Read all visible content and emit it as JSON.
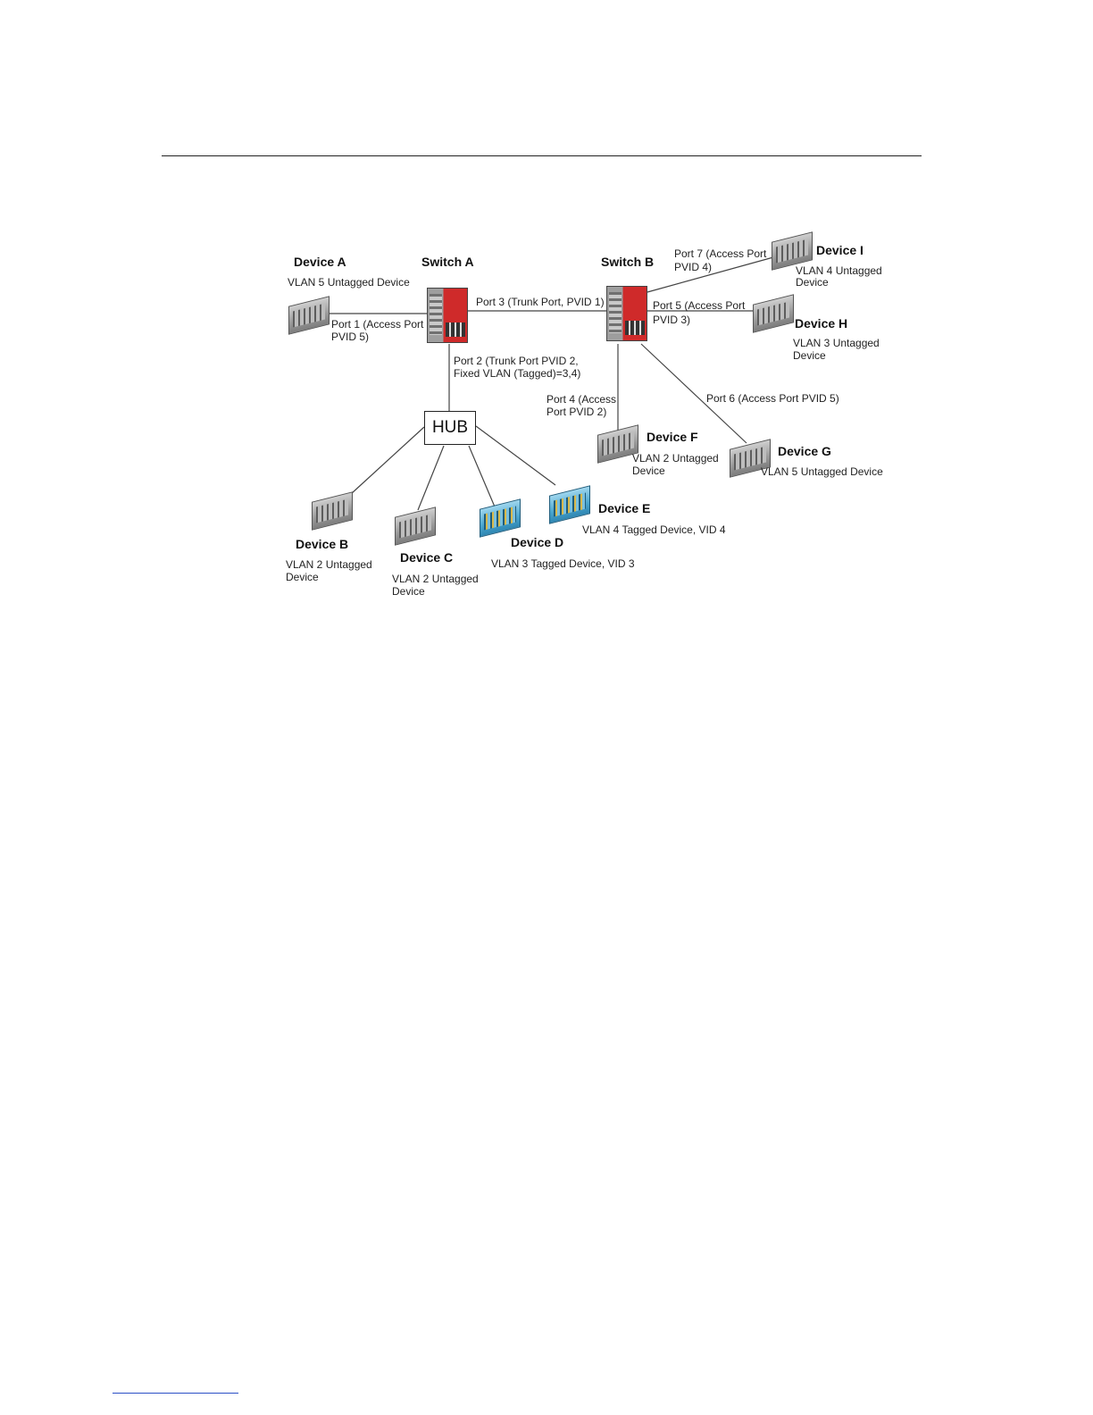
{
  "switches": {
    "a": {
      "name": "Switch A"
    },
    "b": {
      "name": "Switch B"
    }
  },
  "hub": {
    "label": "HUB"
  },
  "devices": {
    "a": {
      "name": "Device A",
      "desc": [
        "VLAN 5 Untagged Device"
      ]
    },
    "b": {
      "name": "Device B",
      "desc": [
        "VLAN 2 Untagged",
        "Device"
      ]
    },
    "c": {
      "name": "Device C",
      "desc": [
        "VLAN 2 Untagged",
        "Device"
      ]
    },
    "d": {
      "name": "Device D",
      "desc": [
        "VLAN 3 Tagged Device, VID 3"
      ]
    },
    "e": {
      "name": "Device E",
      "desc": [
        "VLAN 4 Tagged Device, VID 4"
      ]
    },
    "f": {
      "name": "Device F",
      "desc": [
        "VLAN 2 Untagged",
        "Device"
      ]
    },
    "g": {
      "name": "Device G",
      "desc": [
        "VLAN 5 Untagged Device"
      ]
    },
    "h": {
      "name": "Device H",
      "desc": [
        "VLAN 3 Untagged",
        "Device"
      ]
    },
    "i": {
      "name": "Device I",
      "desc": [
        "VLAN 4 Untagged",
        "Device"
      ]
    }
  },
  "ports": {
    "p1": [
      "Port 1 (Access Port",
      "PVID 5)"
    ],
    "p2": [
      "Port 2 (Trunk Port PVID 2,",
      "Fixed VLAN (Tagged)=3,4)"
    ],
    "p3": [
      "Port 3 (Trunk Port, PVID 1)"
    ],
    "p4": [
      "Port 4 (Access",
      "Port PVID 2)"
    ],
    "p5": [
      "Port 5 (Access Port",
      "PVID 3)"
    ],
    "p6": [
      "Port 6 (Access Port PVID 5)"
    ],
    "p7": [
      "Port 7 (Access Port",
      "PVID 4)"
    ]
  },
  "colors": {
    "line": "#444444",
    "switch_red": "#cf2a2a",
    "device_blue": "#4aa6cf",
    "footer_rule": "#2b4fc7"
  }
}
